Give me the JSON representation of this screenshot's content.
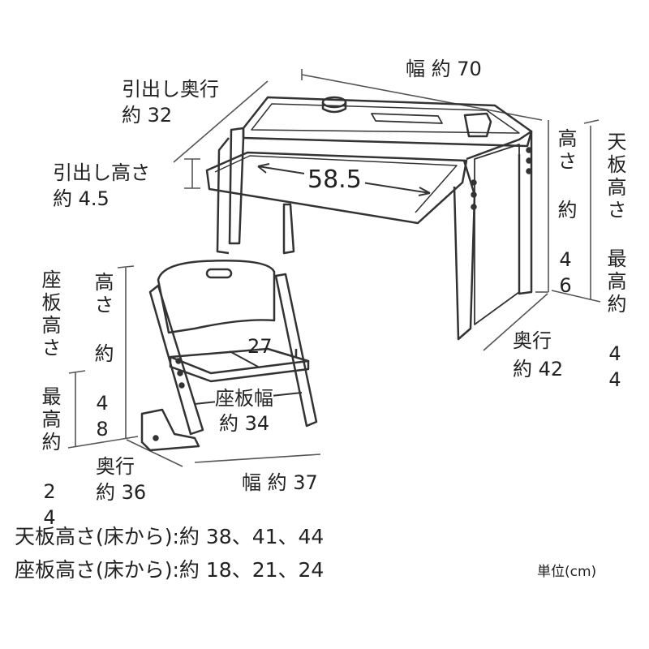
{
  "desk": {
    "width": "幅 約 70",
    "drawer_depth_label": "引出し奥行",
    "drawer_depth_value": "約 32",
    "drawer_height_label": "引出し高さ",
    "drawer_height_value": "約 4.5",
    "drawer_inner_width": "58.5",
    "height": "高さ 約 46",
    "top_height_max": "天板高さ 最高約 44",
    "depth_label": "奥行",
    "depth_value": "約 42"
  },
  "chair": {
    "seat_height_max": "座板高さ 最高約 24",
    "height": "高さ 約 48",
    "seat_depth": "27",
    "seat_width_label": "座板幅",
    "seat_width_value": "約 34",
    "depth_label": "奥行",
    "depth_value": "約 36",
    "width": "幅 約 37"
  },
  "notes": {
    "top_height_from_floor": "天板高さ(床から):約 38、41、44",
    "seat_height_from_floor": "座板高さ(床から):約 18、21、24",
    "unit": "単位(cm)"
  }
}
